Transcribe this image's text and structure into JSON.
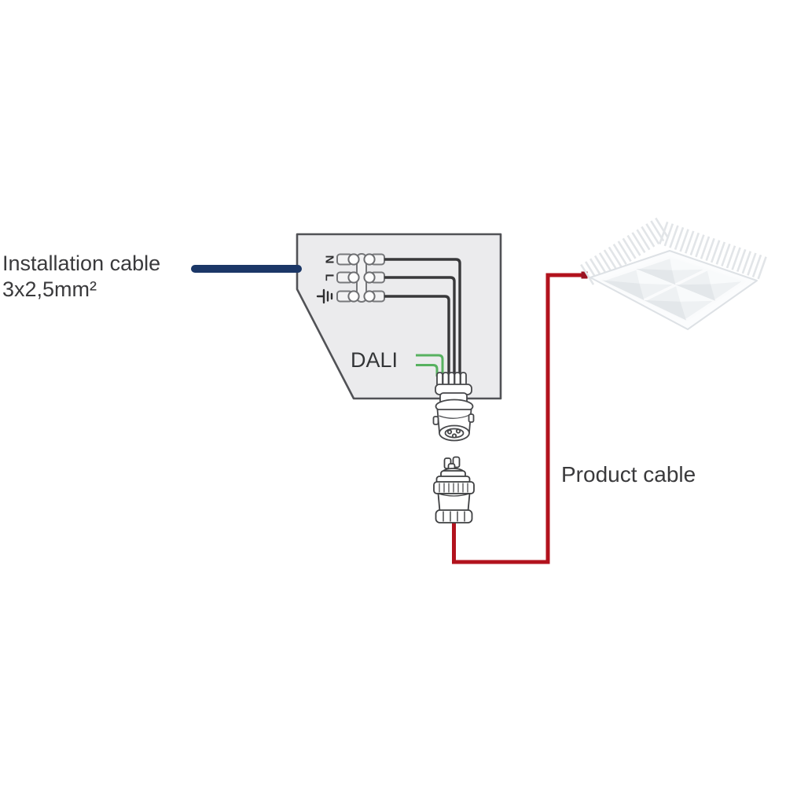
{
  "page": {
    "background": "#ffffff"
  },
  "labels": {
    "installation_cable_line1": "Installation cable",
    "installation_cable_line2": "3x2,5mm²",
    "dali": "DALI",
    "product_cable": "Product cable",
    "terminal_neutral": "N",
    "terminal_line": "L"
  },
  "icons": {
    "earth_ground": "⏚",
    "terminal_block": "3-pole screwless terminal block",
    "connector_plug": "circular quick-connector plug",
    "connector_socket": "circular quick-connector socket",
    "luminaire": "LED luminaire with heatsink fins and 2x2 reflectors"
  },
  "colors": {
    "installation_cable_blue": "#1b3767",
    "product_cable_red": "#b2121d",
    "dali_wire_green": "#57b160",
    "mains_wire_dark": "#38383a",
    "driver_box_fill": "#ebebed",
    "driver_box_stroke": "#515256",
    "label_text": "#3a3a3c"
  }
}
